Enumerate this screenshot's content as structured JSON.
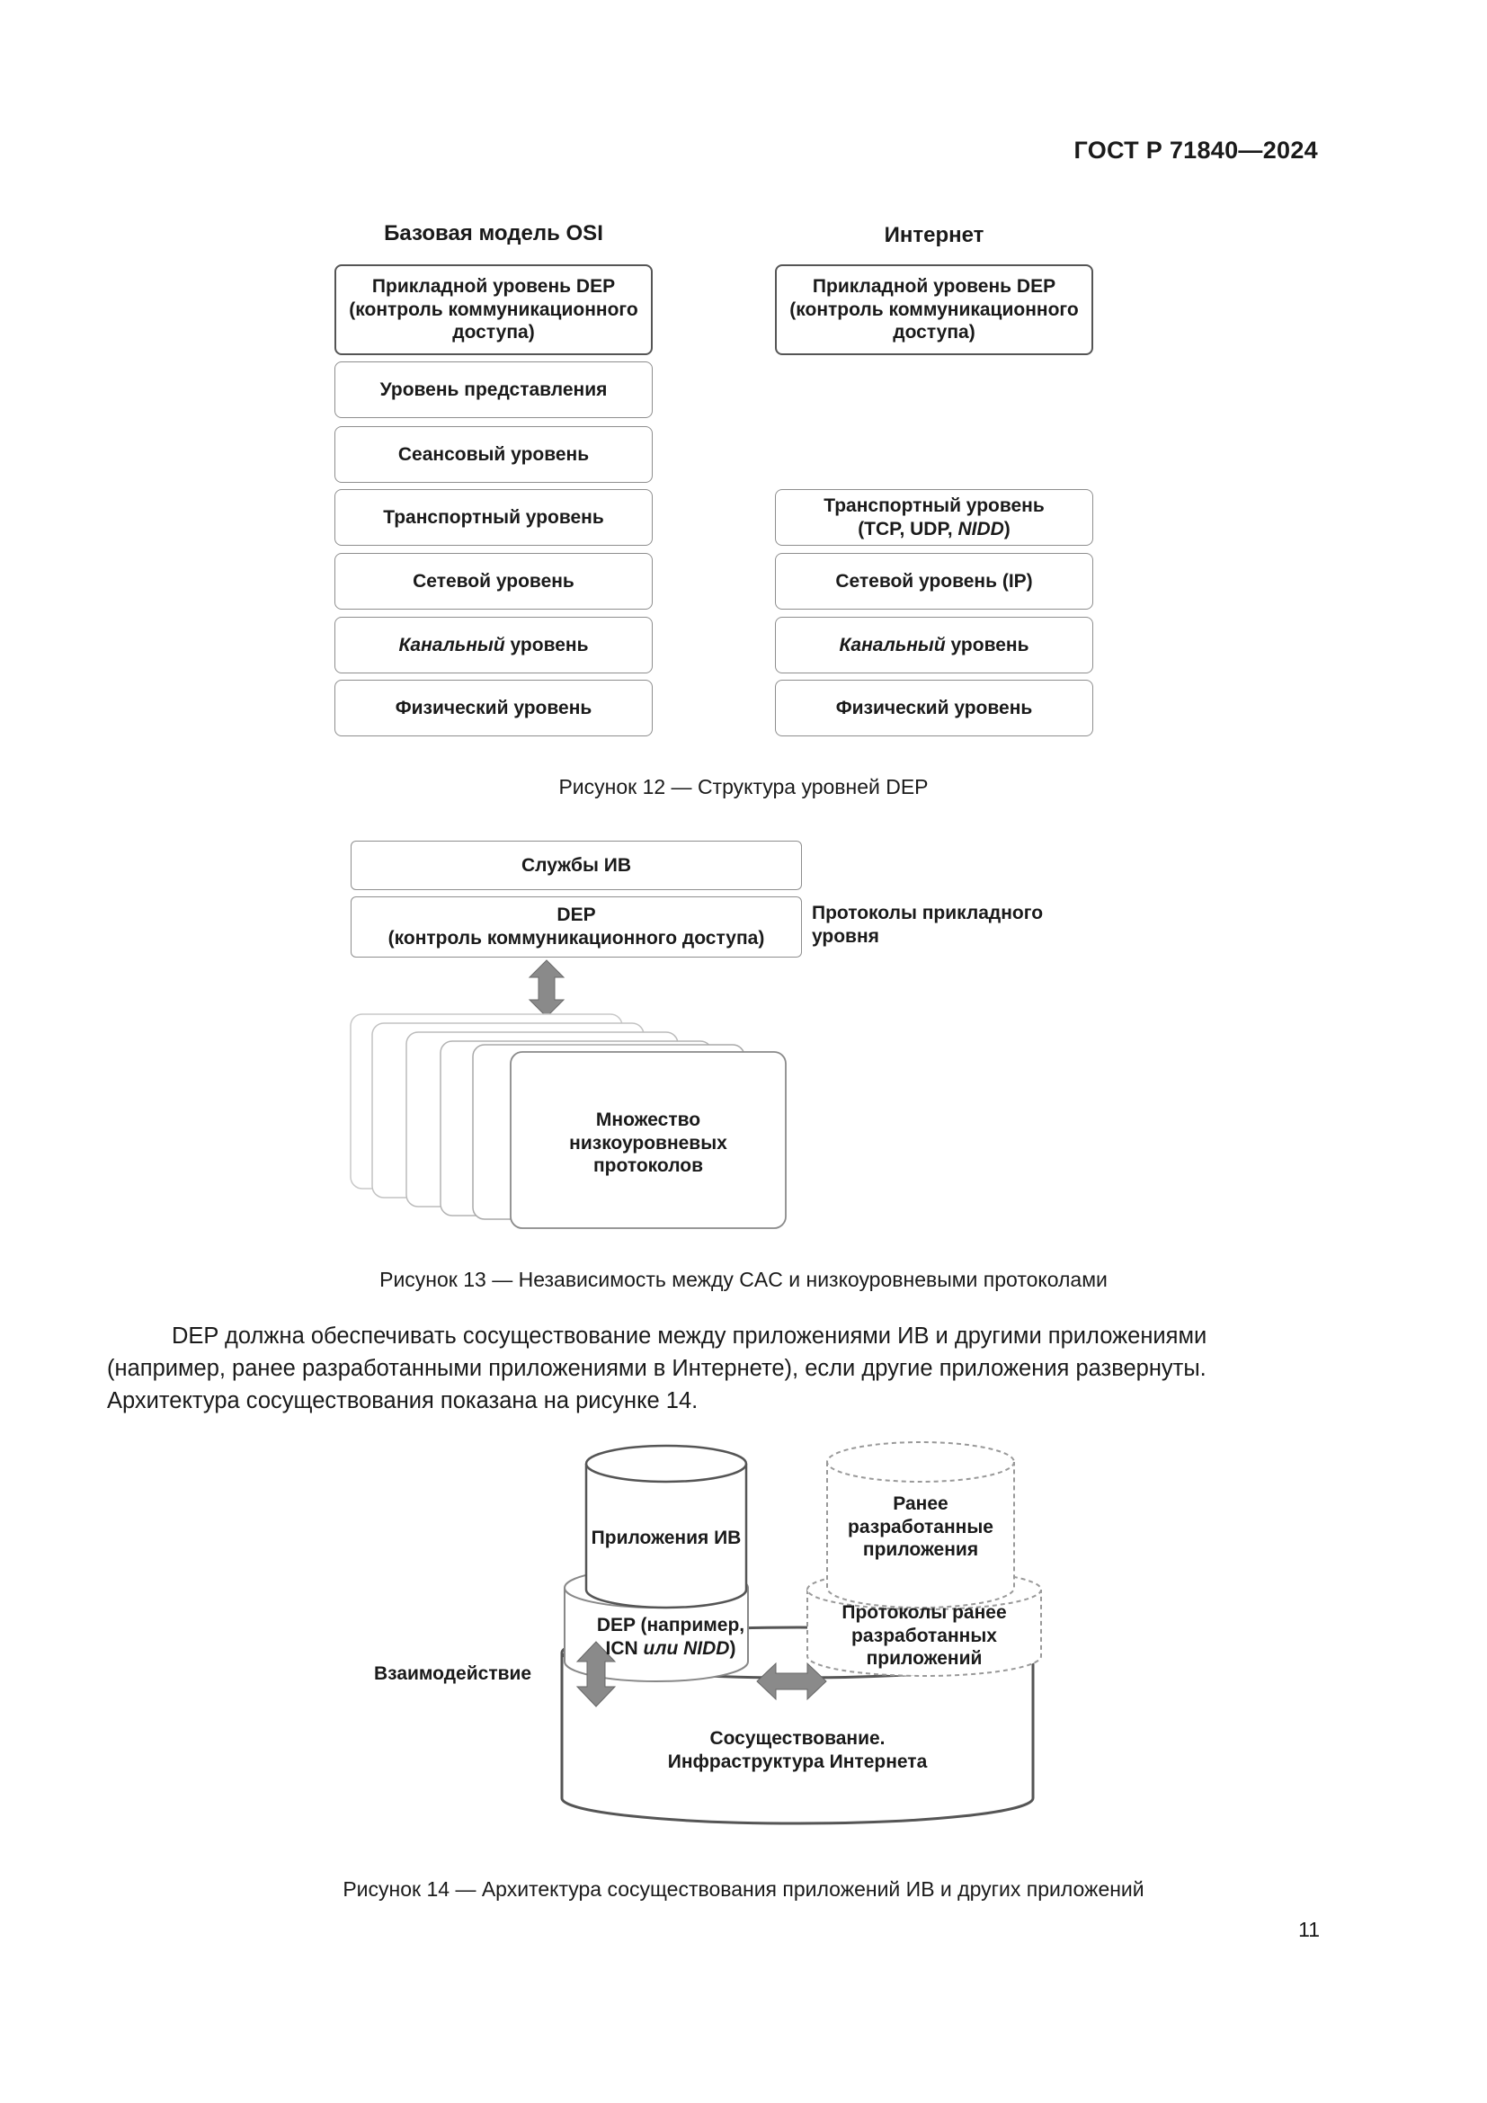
{
  "header": {
    "doc_code": "ГОСТ Р 71840—2024"
  },
  "figure12": {
    "left_title": "Базовая модель OSI",
    "right_title": "Интернет",
    "left_layers": [
      {
        "l1": "Прикладной уровень DEP",
        "l2": "(контроль коммуникационного",
        "l3": "доступа)"
      },
      {
        "l1": "Уровень представления"
      },
      {
        "l1": "Сеансовый уровень"
      },
      {
        "l1": "Транспортный уровень"
      },
      {
        "l1": "Сетевой уровень"
      },
      {
        "it": "Канальный",
        "rest": " уровень"
      },
      {
        "l1": "Физический уровень"
      }
    ],
    "right_layers": [
      {
        "l1": "Прикладной уровень DEP",
        "l2": "(контроль коммуникационного",
        "l3": "доступа)"
      },
      {
        "l1": "Транспортный уровень",
        "l2a": "(TCP, UDP, ",
        "l2it": "NIDD",
        "l2b": ")"
      },
      {
        "l1": "Сетевой уровень (IP)"
      },
      {
        "it": "Канальный",
        "rest": " уровень"
      },
      {
        "l1": "Физический уровень"
      }
    ],
    "caption": "Рисунок 12 — Структура уровней DEP"
  },
  "figure13": {
    "services": "Службы ИВ",
    "dep_l1": "DEP",
    "dep_l2": "(контроль коммуникационного доступа)",
    "side_label_l1": "Протоколы прикладного",
    "side_label_l2": "уровня",
    "stack_l1": "Множество",
    "stack_l2": "низкоуровневых",
    "stack_l3": "протоколов",
    "caption": "Рисунок 13 — Независимость между CAC и низкоуровневыми протоколами"
  },
  "paragraph": {
    "line1": "DEP должна обеспечивать сосуществование между приложениями ИВ и другими приложениями",
    "line2": "(например, ранее разработанными приложениями в Интернете), если другие приложения развернуты.",
    "line3": "Архитектура сосуществования показана на рисунке 14."
  },
  "figure14": {
    "apps": "Приложения ИВ",
    "dep_l1": "DEP (например,",
    "dep_l2a": "ICN ",
    "dep_l2it": "или NIDD",
    "dep_l2b": ")",
    "legacy_l1": "Ранее",
    "legacy_l2": "разработанные",
    "legacy_l3": "приложения",
    "legacy_proto_l1": "Протоколы ранее",
    "legacy_proto_l2": "разработанных",
    "legacy_proto_l3": "приложений",
    "interaction": "Взаимодействие",
    "infra_l1": "Сосуществование.",
    "infra_l2": "Инфраструктура Интернета",
    "caption": "Рисунок 14 — Архитектура сосуществования приложений ИВ и других приложений"
  },
  "page_number": "11"
}
